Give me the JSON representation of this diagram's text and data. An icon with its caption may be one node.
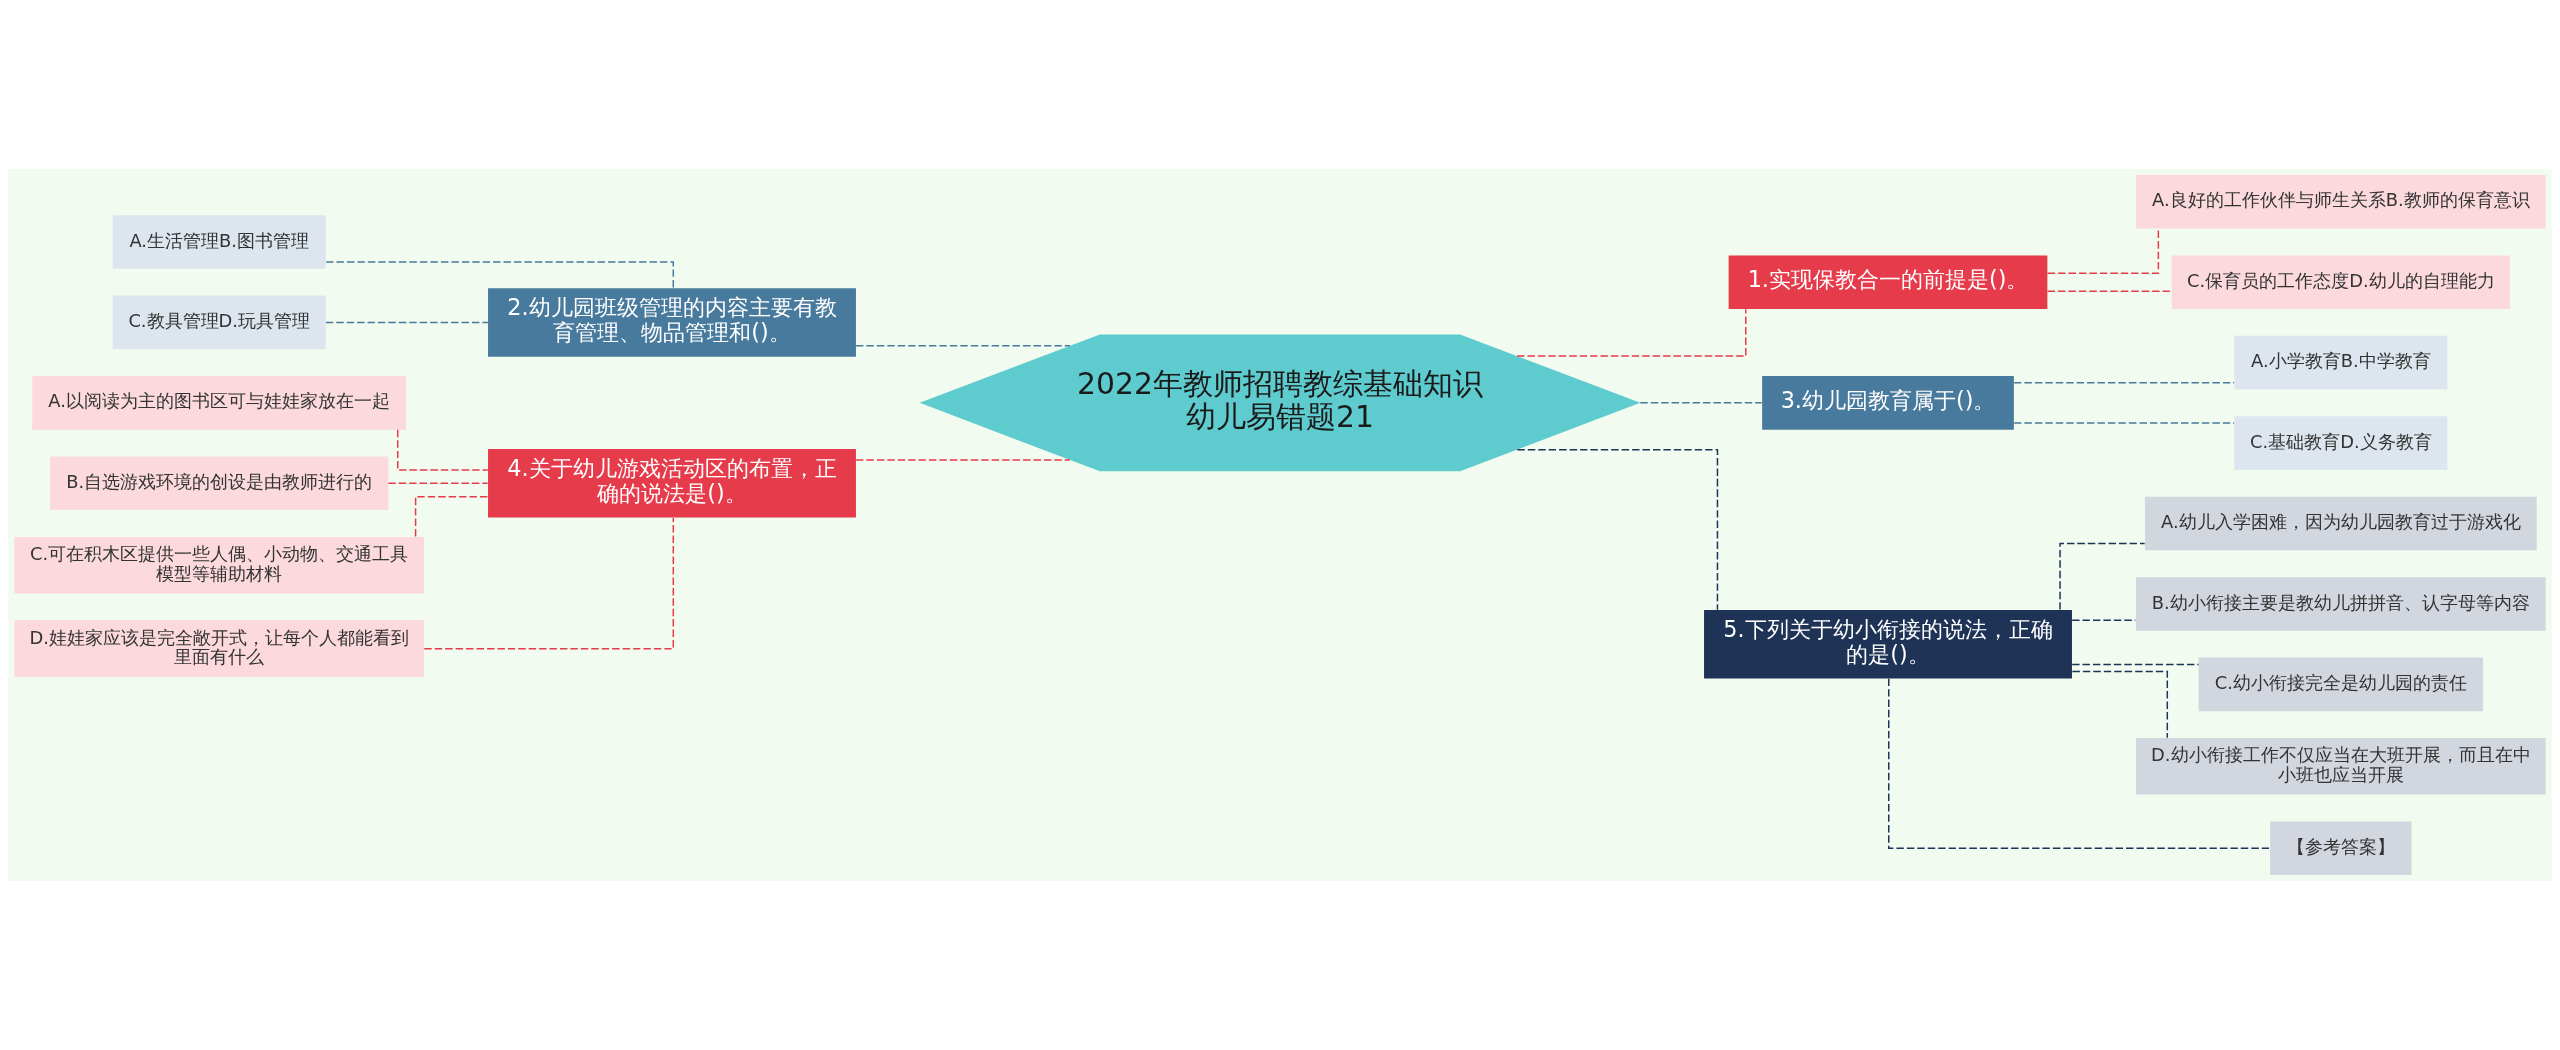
{
  "diagram": {
    "nodes": [
      {
        "text": [
          "2022年教师招聘教综基础知识幼儿易错题21"
        ]
      },
      {
        "text": [
          "1.实现保教合一的前提是()。"
        ]
      },
      {
        "text": [
          "A.良好的工作伙伴与师生关系B.教师的保育意识"
        ]
      },
      {
        "text": [
          "C.保育员的工作态度D.幼儿的自理能力"
        ]
      },
      {
        "text": [
          "2.幼儿园班级管理的内容主要有教育管理、物品管理和()。"
        ]
      },
      {
        "text": [
          "A.生活管理B.图书管理"
        ]
      },
      {
        "text": [
          "C.教具管理D.玩具管理"
        ]
      },
      {
        "text": [
          "3.幼儿园教育属于()。"
        ]
      },
      {
        "text": [
          "A.小学教育B.中学教育"
        ]
      },
      {
        "text": [
          "C.基础教育D.义务教育"
        ]
      },
      {
        "text": [
          "4.关于幼儿游戏活动区的布置，正确的说法是()。"
        ]
      },
      {
        "text": [
          "A.以阅读为主的图书区可与娃娃家放在一起"
        ]
      },
      {
        "text": [
          "B.自选游戏环境的创设是由教师进行的"
        ]
      },
      {
        "text": [
          "C.可在积木区提供一些人偶、小动物、交通工具模型等辅助材料"
        ]
      },
      {
        "text": [
          "D.娃娃家应该是完全敞开式，让每个人都能看到里面有什么"
        ]
      },
      {
        "text": [
          "5.下列关于幼小衔接的说法，正确的是()。"
        ]
      },
      {
        "text": [
          "A.幼儿入学困难，因为幼儿园教育过于游戏化"
        ]
      },
      {
        "text": [
          "B.幼小衔接主要是教幼儿拼拼音、认字母等内容"
        ]
      },
      {
        "text": [
          "C.幼小衔接完全是幼儿园的责任"
        ]
      },
      {
        "text": [
          "D.幼小衔接工作不仅应当在大班开展，而且在中小班也应当开展"
        ]
      },
      {
        "text": [
          "【参考答案】"
        ]
      }
    ],
    "edges": [
      {
        "from": 0,
        "to": 1,
        "arrow": "none",
        "style": "dashed",
        "color": "#e63b4b"
      },
      {
        "from": 1,
        "to": 2,
        "arrow": "none",
        "style": "dashed",
        "color": "#e63b4b"
      },
      {
        "from": 1,
        "to": 3,
        "arrow": "none",
        "style": "dashed",
        "color": "#e63b4b"
      },
      {
        "from": 4,
        "to": 0,
        "arrow": "none",
        "style": "dashed",
        "color": "#477a9c"
      },
      {
        "from": 5,
        "to": 4,
        "arrow": "none",
        "style": "dashed",
        "color": "#477a9c"
      },
      {
        "from": 6,
        "to": 4,
        "arrow": "none",
        "style": "dashed",
        "color": "#477a9c"
      },
      {
        "from": 0,
        "to": 7,
        "arrow": "none",
        "style": "dashed",
        "color": "#477a9c"
      },
      {
        "from": 7,
        "to": 8,
        "arrow": "none",
        "style": "dashed",
        "color": "#477a9c"
      },
      {
        "from": 7,
        "to": 9,
        "arrow": "none",
        "style": "dashed",
        "color": "#477a9c"
      },
      {
        "from": 10,
        "to": 0,
        "arrow": "none",
        "style": "dashed",
        "color": "#e63b4b"
      },
      {
        "from": 11,
        "to": 10,
        "arrow": "none",
        "style": "dashed",
        "color": "#e63b4b"
      },
      {
        "from": 12,
        "to": 10,
        "arrow": "none",
        "style": "dashed",
        "color": "#e63b4b"
      },
      {
        "from": 13,
        "to": 10,
        "arrow": "none",
        "style": "dashed",
        "color": "#e63b4b"
      },
      {
        "from": 14,
        "to": 10,
        "arrow": "none",
        "style": "dashed",
        "color": "#e63b4b"
      },
      {
        "from": 0,
        "to": 15,
        "arrow": "none",
        "style": "dashed",
        "color": "#1e3356"
      },
      {
        "from": 15,
        "to": 16,
        "arrow": "none",
        "style": "dashed",
        "color": "#1e3356"
      },
      {
        "from": 15,
        "to": 17,
        "arrow": "none",
        "style": "dashed",
        "color": "#1e3356"
      },
      {
        "from": 15,
        "to": 18,
        "arrow": "none",
        "style": "dashed",
        "color": "#1e3356"
      },
      {
        "from": 15,
        "to": 19,
        "arrow": "none",
        "style": "dashed",
        "color": "#1e3356"
      },
      {
        "from": 15,
        "to": 20,
        "arrow": "none",
        "style": "dashed",
        "color": "#1e3356"
      }
    ]
  }
}
